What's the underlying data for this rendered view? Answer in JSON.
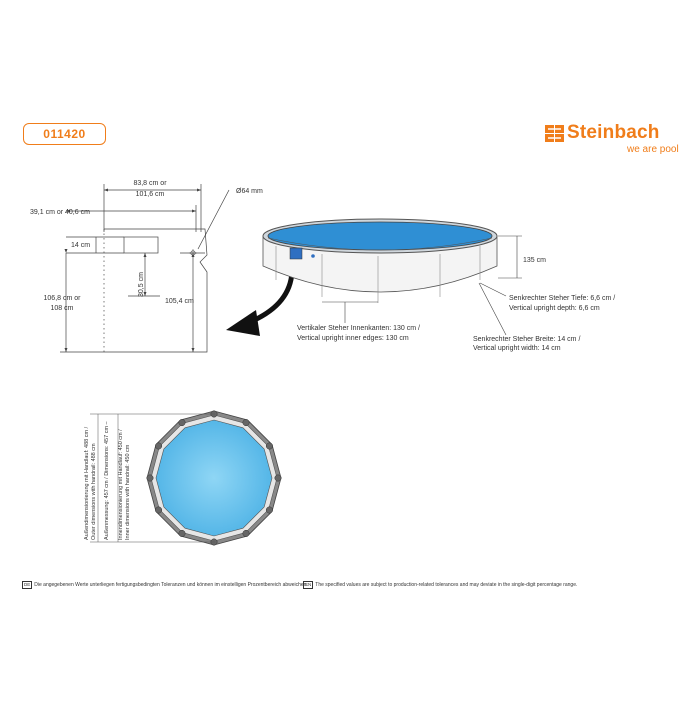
{
  "header": {
    "article_number": "011420",
    "brand_name": "Steinbach",
    "brand_tagline": "we are pool"
  },
  "side_view": {
    "total_width": "83,8 cm or",
    "total_width_2": "101,6 cm",
    "hole_diameter": "Ø64 mm",
    "depth_width": "39,1 cm or 40,6 cm",
    "top_offset": "14 cm",
    "cutout_height": "30,5 cm",
    "overall_height": "106,8 cm or",
    "overall_height_2": "108 cm",
    "hole_height": "105,4 cm"
  },
  "pool_view": {
    "wall_height": "135 cm",
    "upright_depth_de": "Senkrechter Steher Tiefe: 6,6 cm /",
    "upright_depth_en": "Vertical upright depth: 6,6 cm",
    "inner_edges_de": "Vertikaler Steher Innenkanten: 130 cm /",
    "inner_edges_en": "Vertical upright inner edges: 130 cm",
    "upright_width_de": "Senkrechter Steher Breite: 14 cm /",
    "upright_width_en": "Vertical upright width: 14 cm"
  },
  "top_view": {
    "outer_de": "Außendimensionierung mit Handlauf: 488 cm /",
    "outer_en": "Outer dimensions with handrail: 488 cm",
    "inner_de": "Innendimensionierung mit Handlauf: 450 cm /",
    "inner_en": "Inner dimensions with handrail: 450 cm",
    "measure_de": "Außenmessung: 457 cm / Dimensions: 457 cm –"
  },
  "footer": {
    "de_flag": "DE",
    "de_text": "Die angegebenen Werte unterliegen fertigungsbedingten Toleranzen und können im einstelligen Prozentbereich abweichen.",
    "en_flag": "EN",
    "en_text": "The specified values are subject to production-related tolerances and may deviate in the single-digit percentage range."
  },
  "colors": {
    "brand_orange": "#f07d1a",
    "water_blue": "#63c3ec",
    "water_top": "#2f8fd4",
    "frame_gray": "#666666"
  },
  "icons": [
    "steinbach-logo-icon",
    "curved-arrow-icon",
    "skimmer-icon",
    "mounting-hole-icon"
  ]
}
